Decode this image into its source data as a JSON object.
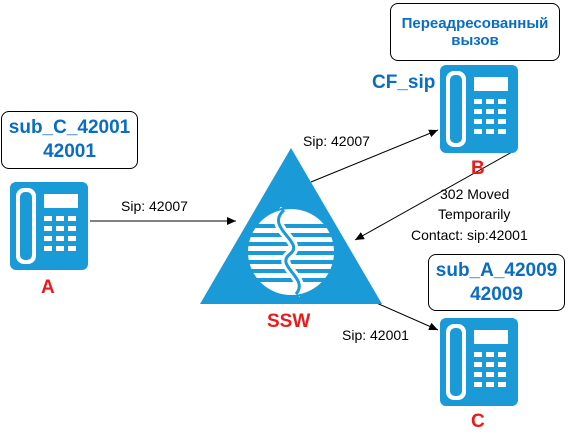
{
  "boxes": {
    "redirected_call": {
      "line1": "Переадресованный",
      "line2": "вызов"
    },
    "sub_c": {
      "line1": "sub_C_42001",
      "line2": "42001"
    },
    "sub_a": {
      "line1": "sub_A_42009",
      "line2": "42009"
    }
  },
  "labels": {
    "cf_sip": "CF_sip",
    "phone_a": "A",
    "phone_b": "B",
    "phone_c": "C",
    "ssw": "SSW"
  },
  "arrows": {
    "a_to_ssw": "Sip: 42007",
    "ssw_to_b": "Sip: 42007",
    "b_to_ssw_line1": "302 Moved",
    "b_to_ssw_line2": "Temporarily",
    "b_to_ssw_line3": "Contact: sip:42001",
    "ssw_to_c": "Sip: 42001"
  },
  "colors": {
    "phone_blue": "#1a9ad6",
    "triangle_blue": "#1a9ad6",
    "label_red": "#e81c1c",
    "box_text_blue": "#0a6dc2"
  },
  "icons": {
    "phone": "desk-phone-icon",
    "ssw": "softswitch-globe-icon"
  }
}
